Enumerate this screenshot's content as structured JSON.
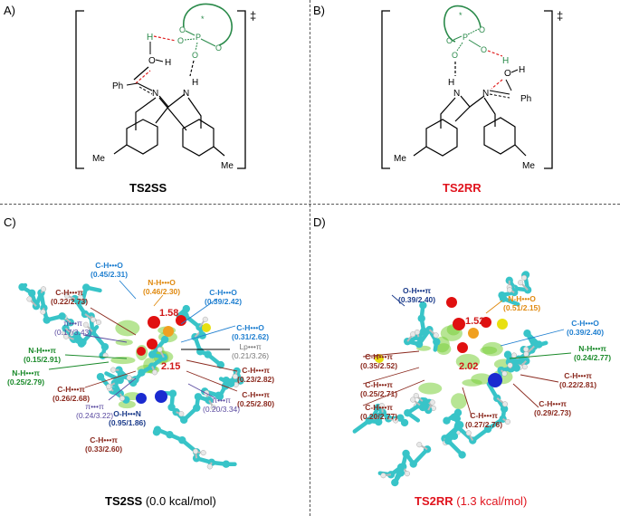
{
  "panels": {
    "A": {
      "label": "A)",
      "title": "TS2SS",
      "dagger": "‡",
      "atoms": {
        "ph": "Ph",
        "n1": "N",
        "n2": "N",
        "h_nh": "H",
        "o": "O",
        "h_oh": "H",
        "h_left": "H",
        "o1": "O",
        "o2": "O",
        "o3": "O",
        "o4": "O",
        "p": "P",
        "me1": "Me",
        "me2": "Me",
        "star": "*"
      }
    },
    "B": {
      "label": "B)",
      "title": "TS2RR",
      "dagger": "‡",
      "atoms": {
        "ph": "Ph",
        "n1": "N",
        "n2": "N",
        "h_nh": "H",
        "o": "O",
        "h_oh": "H",
        "h_right": "H",
        "o1": "O",
        "o2": "O",
        "o3": "O",
        "o4": "O",
        "p": "P",
        "me1": "Me",
        "me2": "Me",
        "star": "*"
      }
    },
    "C": {
      "label": "C)",
      "title": "TS2SS",
      "energy": "(0.0 kcal/mol)",
      "distances": [
        "1.58",
        "2.15"
      ],
      "annotations": [
        {
          "name": "C-H•••O",
          "values": "(0.45/2.31)",
          "kind": "cho"
        },
        {
          "name": "N-H•••O",
          "values": "(0.46/2.30)",
          "kind": "nho"
        },
        {
          "name": "C-H•••π",
          "values": "(0.22/2.73)",
          "kind": "ch"
        },
        {
          "name": "π•••π",
          "values": "(0.17/3.43)",
          "kind": "pi"
        },
        {
          "name": "N-H•••π",
          "values": "(0.15/2.91)",
          "kind": "nh"
        },
        {
          "name": "N-H•••π",
          "values": "(0.25/2.79)",
          "kind": "nh"
        },
        {
          "name": "C-H•••π",
          "values": "(0.26/2.68)",
          "kind": "ch"
        },
        {
          "name": "π•••π",
          "values": "(0.24/3.22)",
          "kind": "pi"
        },
        {
          "name": "O-H•••N",
          "values": "(0.95/1.86)",
          "kind": "oh"
        },
        {
          "name": "C-H•••π",
          "values": "(0.33/2.60)",
          "kind": "ch"
        },
        {
          "name": "C-H•••O",
          "values": "(0.39/2.42)",
          "kind": "cho"
        },
        {
          "name": "C-H•••O",
          "values": "(0.31/2.62)",
          "kind": "cho"
        },
        {
          "name": "Lp•••π",
          "values": "(0.21/3.26)",
          "kind": "lp"
        },
        {
          "name": "C-H•••π",
          "values": "(0.23/2.82)",
          "kind": "ch"
        },
        {
          "name": "C-H•••π",
          "values": "(0.25/2.80)",
          "kind": "ch"
        },
        {
          "name": "π•••π",
          "values": "(0.20/3.34)",
          "kind": "pi"
        }
      ]
    },
    "D": {
      "label": "D)",
      "title": "TS2RR",
      "energy": "(1.3 kcal/mol)",
      "distances": [
        "1.52",
        "2.02"
      ],
      "annotations": [
        {
          "name": "O-H•••π",
          "values": "(0.39/2.40)",
          "kind": "oh"
        },
        {
          "name": "N-H•••O",
          "values": "(0.51/2.15)",
          "kind": "nho"
        },
        {
          "name": "C-H•••O",
          "values": "(0.39/2.40)",
          "kind": "cho"
        },
        {
          "name": "N-H•••π",
          "values": "(0.24/2.77)",
          "kind": "nh"
        },
        {
          "name": "C-H•••π",
          "values": "(0.35/2.52)",
          "kind": "ch"
        },
        {
          "name": "C-H•••π",
          "values": "(0.25/2.71)",
          "kind": "ch"
        },
        {
          "name": "C-H•••π",
          "values": "(0.20/2.77)",
          "kind": "ch"
        },
        {
          "name": "C-H•••π",
          "values": "(0.27/2.76)",
          "kind": "ch"
        },
        {
          "name": "C-H•••π",
          "values": "(0.22/2.81)",
          "kind": "ch"
        },
        {
          "name": "C-H•••π",
          "values": "(0.29/2.73)",
          "kind": "ch"
        }
      ]
    }
  },
  "colors": {
    "carbon": "#38c4c8",
    "hydrogen": "#e8e8e8",
    "oxygen": "#e01010",
    "nitrogen": "#1a2ad0",
    "phosphorus": "#f0a020",
    "sulfur": "#e8e010",
    "nci": "#7ccf3c",
    "hbond": "#e02020",
    "catalyst": "#2a8a4a"
  }
}
